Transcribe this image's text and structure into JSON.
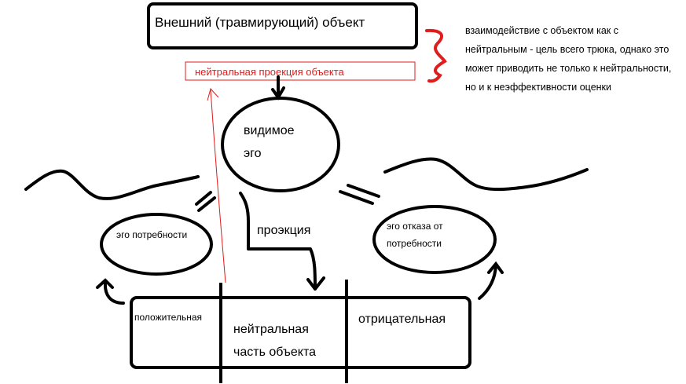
{
  "outer_object": "Внешний (травмирующий) объект",
  "neutral_projection": "нейтральная проекция объекта",
  "interaction_note": [
    "взаимодействие с объектом как с",
    "нейтральным - цель всего трюка, однако это",
    "может приводить не только к нейтральности,",
    "но и к неэффективности оценки"
  ],
  "visible_ego": [
    "видимое",
    "эго"
  ],
  "projection_label": "проэкция",
  "ego_need": "эго потребности",
  "ego_refusal": [
    "эго отказа от",
    "потребности"
  ],
  "object_parts": {
    "positive": "положительная",
    "neutral": [
      "нейтральная",
      "часть объекта"
    ],
    "negative": "отрицательная"
  },
  "colors": {
    "ink": "#000000",
    "accent_red": "#e01c1c"
  }
}
